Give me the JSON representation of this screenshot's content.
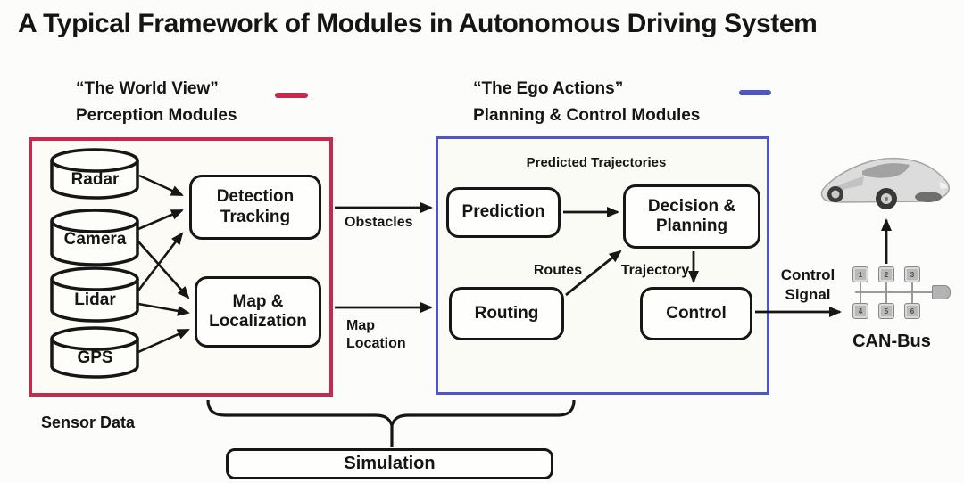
{
  "title": "A Typical Framework of Modules in Autonomous Driving System",
  "colors": {
    "perception_accent": "#c5294d",
    "planning_accent": "#4d55c7"
  },
  "legend": {
    "world_view": {
      "quote": "“The World View”",
      "label": "Perception Modules"
    },
    "ego_actions": {
      "quote": "“The Ego Actions”",
      "label": "Planning & Control Modules"
    }
  },
  "perception": {
    "sensors": [
      {
        "label": "Radar"
      },
      {
        "label": "Camera"
      },
      {
        "label": "Lidar"
      },
      {
        "label": "GPS"
      }
    ],
    "detection_module": {
      "line1": "Detection",
      "line2": "Tracking"
    },
    "map_module": {
      "line1": "Map &",
      "line2": "Localization"
    },
    "caption": "Sensor Data"
  },
  "planning": {
    "caption": "Predicted Trajectories",
    "prediction_module": "Prediction",
    "decision_module": {
      "line1": "Decision &",
      "line2": "Planning"
    },
    "routing_module": "Routing",
    "control_module": "Control",
    "routes_label": "Routes",
    "trajectory_label": "Trajectory"
  },
  "links": {
    "obstacles": "Obstacles",
    "map_location": {
      "line1": "Map",
      "line2": "Location"
    },
    "control_signal": {
      "line1": "Control",
      "line2": "Signal"
    }
  },
  "can_bus": {
    "caption": "CAN-Bus",
    "nodes": [
      "1",
      "2",
      "3",
      "4",
      "5",
      "6"
    ]
  },
  "simulation": {
    "label": "Simulation"
  }
}
